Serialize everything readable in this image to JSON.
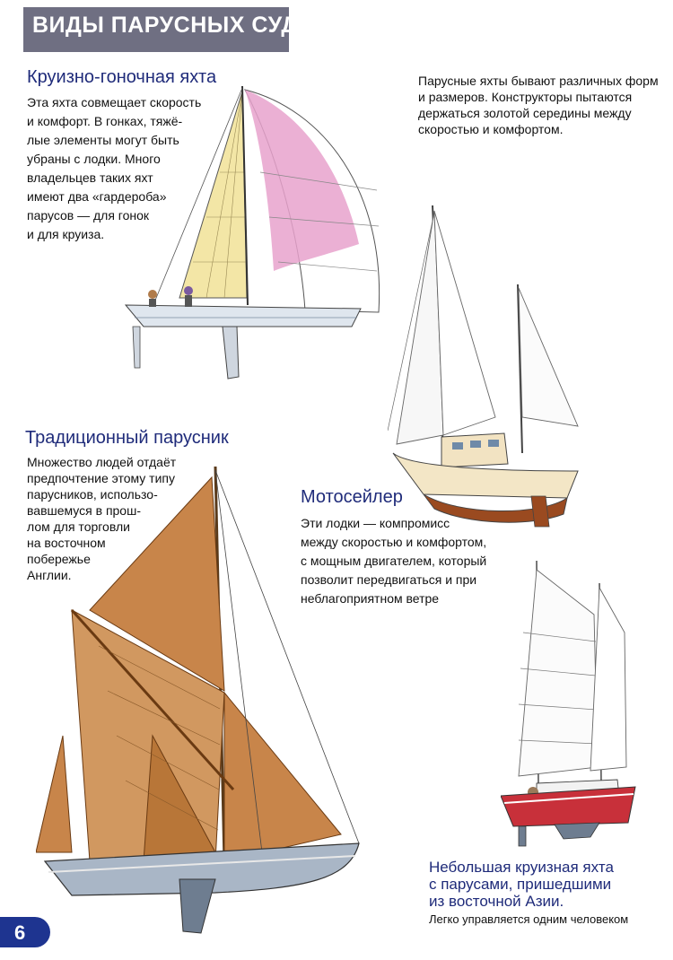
{
  "header": {
    "title": "ВИДЫ ПАРУСНЫХ СУДОВ"
  },
  "intro": {
    "lines": [
      "Парусные яхты бывают различных форм",
      "и размеров. Конструкторы пытаются",
      "держаться золотой середины между",
      "скоростью и комфортом."
    ]
  },
  "sections": {
    "cruiser_racer": {
      "title": "Круизно-гоночная яхта",
      "lines": [
        "Эта яхта совмещает скорость",
        "и комфорт. В гонках, тяжё-",
        "лые элементы могут быть",
        "убраны с лодки. Много",
        "владельцев таких яхт",
        "имеют два «гардероба»",
        "парусов — для гонок",
        "и для круиза."
      ]
    },
    "traditional": {
      "title": "Традиционный парусник",
      "lines": [
        "Множество людей отдаёт",
        "предпочтение этому типу",
        "парусников, использо-",
        "вавшемуся в прош-",
        "лом для торговли",
        "на восточном",
        "побережье",
        "Англии."
      ]
    },
    "motorsailer": {
      "title": "Мотосейлер",
      "lines": [
        "Эти лодки — компромисс",
        "между скоростью и комфортом,",
        "с мощным двигателем, который",
        "позволит передвигаться и при",
        "неблагоприятном ветре"
      ]
    },
    "junk_yacht": {
      "title_lines": [
        "Небольшая круизная яхта",
        "с парусами, пришедшими",
        "из восточной Азии."
      ],
      "caption": "Легко управляется одним человеком"
    }
  },
  "footer": {
    "page_number": "6"
  },
  "colors": {
    "header_band": "#6f6f82",
    "section_title": "#1f2b7a",
    "page_pill": "#1e3490",
    "ochre_sail": "#c8854a",
    "spinnaker_pink": "#e7a2cc",
    "hull_red": "#c8303a"
  }
}
